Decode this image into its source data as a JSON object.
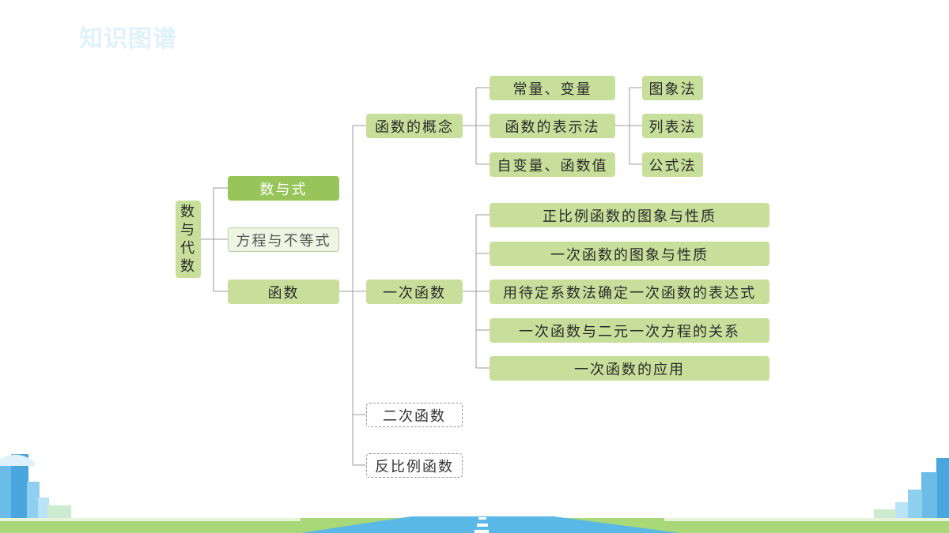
{
  "title": "知识图谱",
  "colors": {
    "node_fill": "#c7df9a",
    "node_dark": "#98c55a",
    "node_light": "#eef5e3",
    "title": "#dff1fb",
    "connector": "#9b9b9b"
  },
  "root": {
    "label": [
      "数",
      "与",
      "代",
      "数"
    ]
  },
  "level1": {
    "shuyushi": "数与式",
    "fangcheng": "方程与不等式",
    "hanshu": "函数"
  },
  "level2": {
    "concept": "函数的概念",
    "linear": "一次函数",
    "quadratic": "二次函数",
    "inverse": "反比例函数"
  },
  "concept_children": {
    "constants": "常量、变量",
    "representation": "函数的表示法",
    "independent": "自变量、函数值"
  },
  "representation_methods": {
    "graph": "图象法",
    "table": "列表法",
    "formula": "公式法"
  },
  "linear_children": [
    "正比例函数的图象与性质",
    "一次函数的图象与性质",
    "用待定系数法确定一次函数的表达式",
    "一次函数与二元一次方程的关系",
    "一次函数的应用"
  ]
}
